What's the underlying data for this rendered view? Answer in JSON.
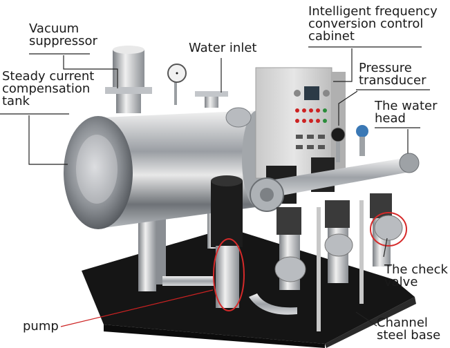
{
  "labels": {
    "vacuum_suppressor": [
      "Vacuum",
      "suppressor"
    ],
    "steady_current_tank": [
      "Steady current",
      "compensation",
      "tank"
    ],
    "water_inlet": [
      "Water inlet"
    ],
    "control_cabinet": [
      "Intelligent frequency",
      "conversion control",
      "cabinet"
    ],
    "pressure_transducer": [
      "Pressure",
      "transducer"
    ],
    "water_head": [
      "The water",
      "head"
    ],
    "check_valve": [
      "The check",
      "valve"
    ],
    "pump": [
      "pump"
    ],
    "channel_steel_base": [
      "Channel",
      "steel base"
    ]
  },
  "colors": {
    "label_text": "#1a1a1a",
    "leader_line": "#222222",
    "pump_leader": "#cc2222",
    "highlight_ellipse": "#d62a2a",
    "stainless": "#c9ccd0",
    "cabinet": "#dcdcdc",
    "base": "#1b1b1b"
  }
}
